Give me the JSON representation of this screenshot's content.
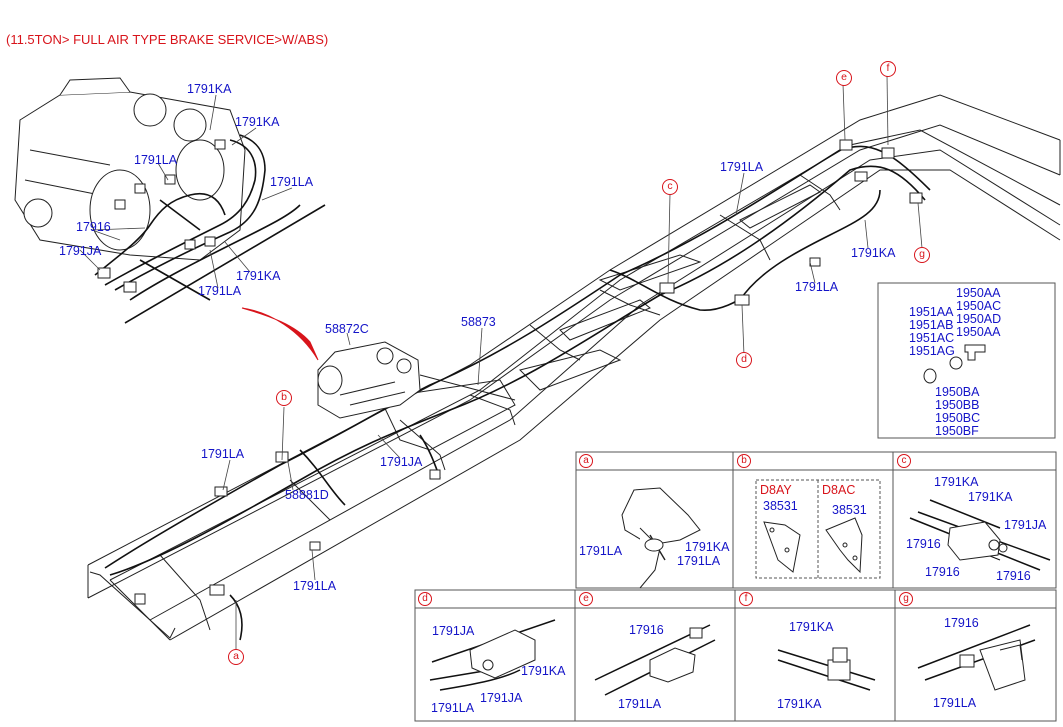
{
  "header": {
    "title": "(11.5TON> FULL AIR TYPE BRAKE SERVICE>W/ABS)"
  },
  "callouts": {
    "a": "a",
    "b": "b",
    "c": "c",
    "d": "d",
    "e": "e",
    "f": "f",
    "g": "g"
  },
  "main_labels": {
    "ka1": "1791KA",
    "ka2": "1791KA",
    "la1": "1791LA",
    "la2": "1791LA",
    "p17916": "17916",
    "ja1": "1791JA",
    "ka3": "1791KA",
    "la3": "1791LA",
    "c58872": "58872C",
    "c58873": "58873",
    "la4": "1791LA",
    "ka4": "1791KA",
    "la5": "1791LA",
    "la6": "1791LA",
    "ja2": "1791JA",
    "d58881": "58881D",
    "la7": "1791LA"
  },
  "parts_box": {
    "g1": [
      "1950AA",
      "1950AC",
      "1950AD",
      "1950AA"
    ],
    "g2": [
      "1951AA",
      "1951AB",
      "1951AC",
      "1951AG"
    ],
    "g3": [
      "1950BA",
      "1950BB",
      "1950BC",
      "1950BF"
    ]
  },
  "detail_a": {
    "la1": "1791LA",
    "ka": "1791KA",
    "la2": "1791LA"
  },
  "detail_b": {
    "v1": "D8AY",
    "p1": "38531",
    "v2": "D8AC",
    "p2": "38531"
  },
  "detail_c": {
    "ka1": "1791KA",
    "ka2": "1791KA",
    "ja": "1791JA",
    "p1": "17916",
    "p2": "17916",
    "p3": "17916"
  },
  "detail_d": {
    "ja1": "1791JA",
    "ka": "1791KA",
    "ja2": "1791JA",
    "la": "1791LA"
  },
  "detail_e": {
    "p": "17916",
    "la": "1791LA"
  },
  "detail_f": {
    "ka1": "1791KA",
    "ka2": "1791KA"
  },
  "detail_g": {
    "p": "17916",
    "la": "1791LA"
  }
}
